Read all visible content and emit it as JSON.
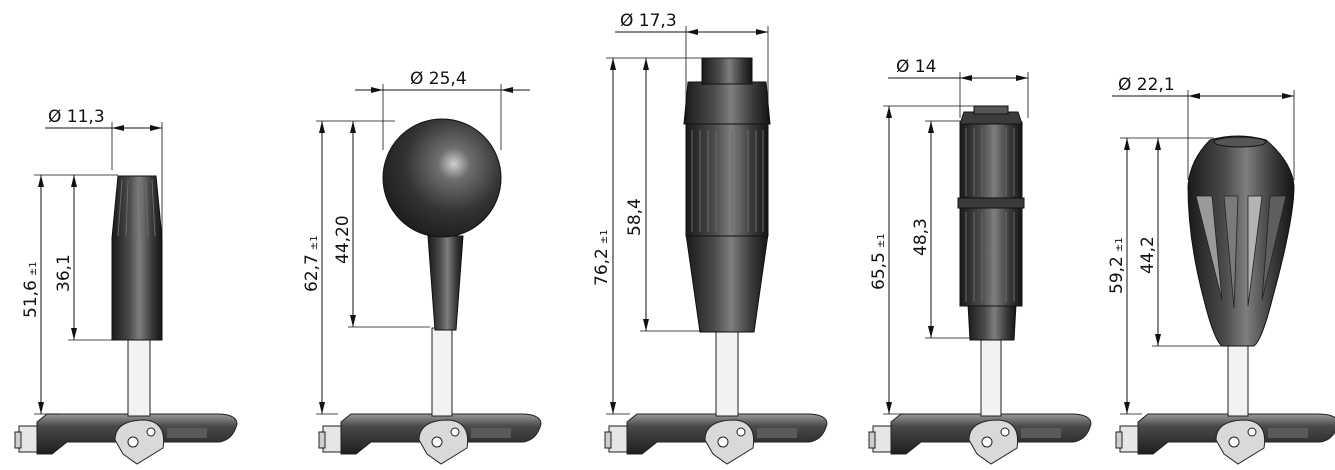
{
  "knobs": [
    {
      "id": "knob-1",
      "diameter": "Ø 11,3",
      "total_height": "51,6",
      "tolerance": "±1",
      "grip_height": "36,1"
    },
    {
      "id": "knob-2",
      "diameter": "Ø 25,4",
      "total_height": "62,7",
      "tolerance": "±1",
      "grip_height": "44,20"
    },
    {
      "id": "knob-3",
      "diameter": "Ø 17,3",
      "total_height": "76,2",
      "tolerance": "±1",
      "grip_height": "58,4"
    },
    {
      "id": "knob-4",
      "diameter": "Ø 14",
      "total_height": "65,5",
      "tolerance": "±1",
      "grip_height": "48,3"
    },
    {
      "id": "knob-5",
      "diameter": "Ø 22,1",
      "total_height": "59,2",
      "tolerance": "±1",
      "grip_height": "44,2"
    }
  ],
  "colors": {
    "knob_dark": "#2a2a2a",
    "knob_highlight": "#8c8c8c",
    "line": "#111111",
    "rod": "#f2f2f2",
    "base": "#3a3a3a"
  }
}
